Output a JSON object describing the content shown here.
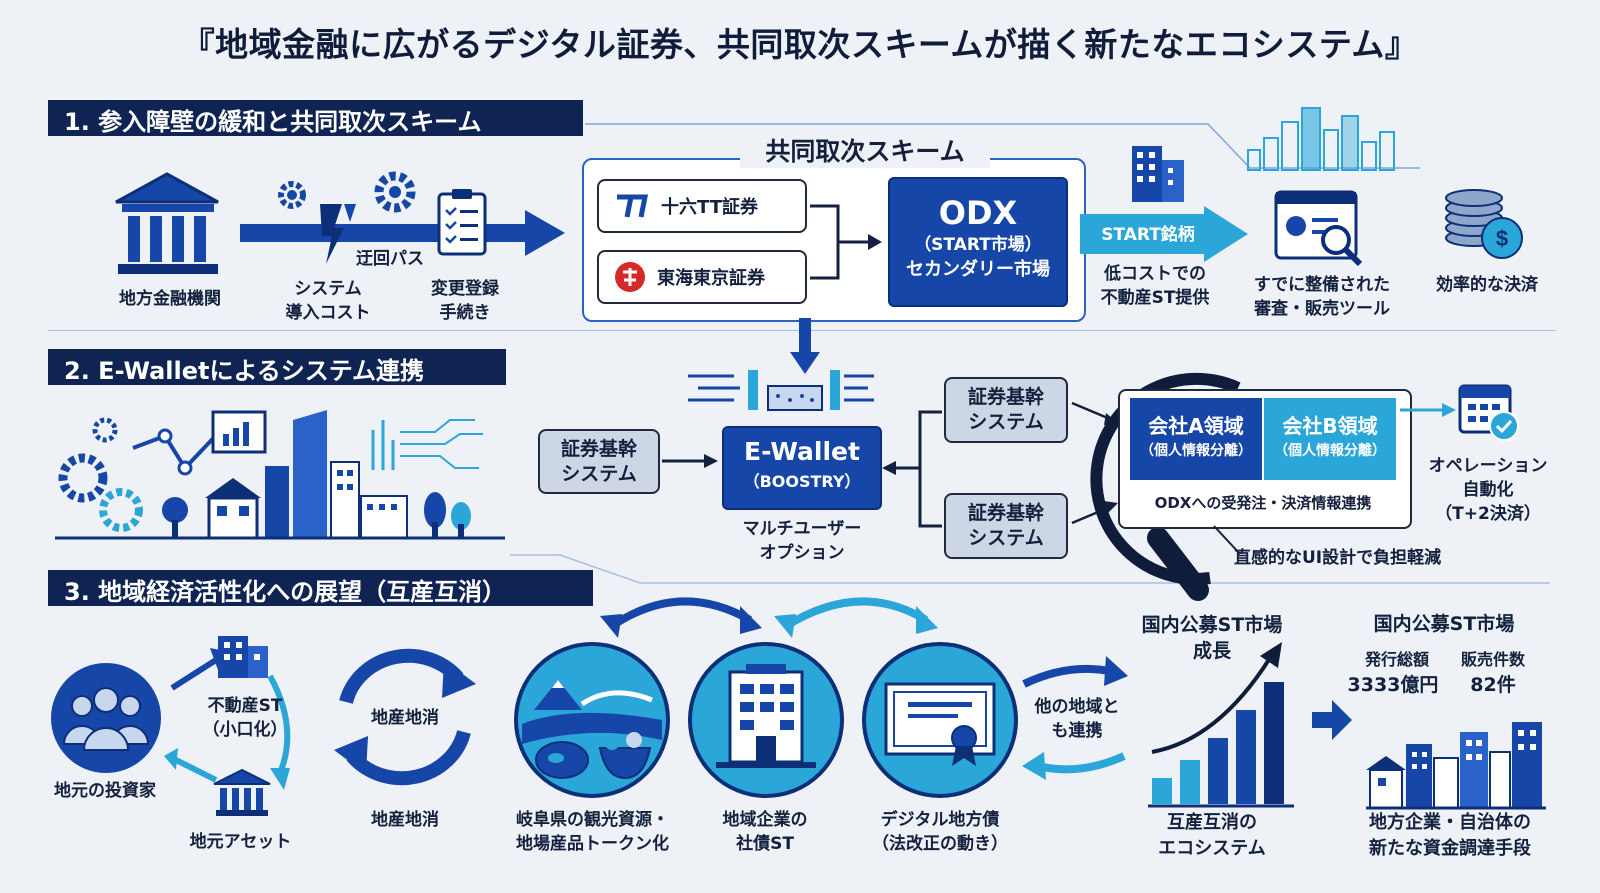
{
  "title": "『地域金融に広がるデジタル証券、共同取次スキームが描く新たなエコシステム』",
  "colors": {
    "navy": "#0f2452",
    "blue": "#1646a8",
    "light_blue": "#2ba6d8",
    "bg": "#eef2f7"
  },
  "section1": {
    "heading": "1. 参入障壁の緩和と共同取次スキーム",
    "bank_label": "地方金融機関",
    "system_cost": [
      "システム",
      "導入コスト"
    ],
    "bypass": "迂回パス",
    "registration": [
      "変更登録",
      "手続き"
    ],
    "scheme_title": "共同取次スキーム",
    "broker1": "十六TT証券",
    "broker2": "東海東京証券",
    "odx_title": "ODX",
    "odx_sub1": "（START市場）",
    "odx_sub2": "セカンダリー市場",
    "start_arrow": "START銘柄",
    "low_cost": [
      "低コストでの",
      "不動産ST提供"
    ],
    "tools": [
      "すでに整備された",
      "審査・販売ツール"
    ],
    "settlement": "効率的な決済"
  },
  "section2": {
    "heading": "2. E-Walletによるシステム連携",
    "core_left": [
      "証券基幹",
      "システム"
    ],
    "ewallet_title": "E-Wallet",
    "ewallet_sub": "（BOOSTRY）",
    "multi_user": [
      "マルチユーザー",
      "オプション"
    ],
    "core_top": [
      "証券基幹",
      "システム"
    ],
    "core_bottom": [
      "証券基幹",
      "システム"
    ],
    "area_a_title": "会社A領域",
    "area_a_sub": "（個人情報分離）",
    "area_b_title": "会社B領域",
    "area_b_sub": "（個人情報分離）",
    "odx_link": "ODXへの受発注・決済情報連携",
    "ui_design": "直感的なUI設計で負担軽減",
    "automation": [
      "オペレーション",
      "自動化",
      "（T+2決済）"
    ]
  },
  "section3": {
    "heading": "3. 地域経済活性化への展望（互産互消）",
    "investors": "地元の投資家",
    "real_estate": [
      "不動産ST",
      "（小口化）"
    ],
    "local_asset": "地元アセット",
    "chisan1": "地産地消",
    "chisan2": "地産地消",
    "gifu": [
      "岐阜県の観光資源・",
      "地場産品トークン化"
    ],
    "corporate": [
      "地域企業の",
      "社債ST"
    ],
    "digital_bond": [
      "デジタル地方債",
      "（法改正の動き）"
    ],
    "other_regions": [
      "他の地域と",
      "も連携"
    ],
    "market_growth": [
      "国内公募ST市場",
      "成長"
    ],
    "ecosystem": [
      "互産互消の",
      "エコシステム"
    ],
    "market_title": "国内公募ST市場",
    "issue_label": "発行総額",
    "issue_value": "3333億円",
    "sales_label": "販売件数",
    "sales_value": "82件",
    "funding": [
      "地方企業・自治体の",
      "新たな資金調達手段"
    ]
  }
}
